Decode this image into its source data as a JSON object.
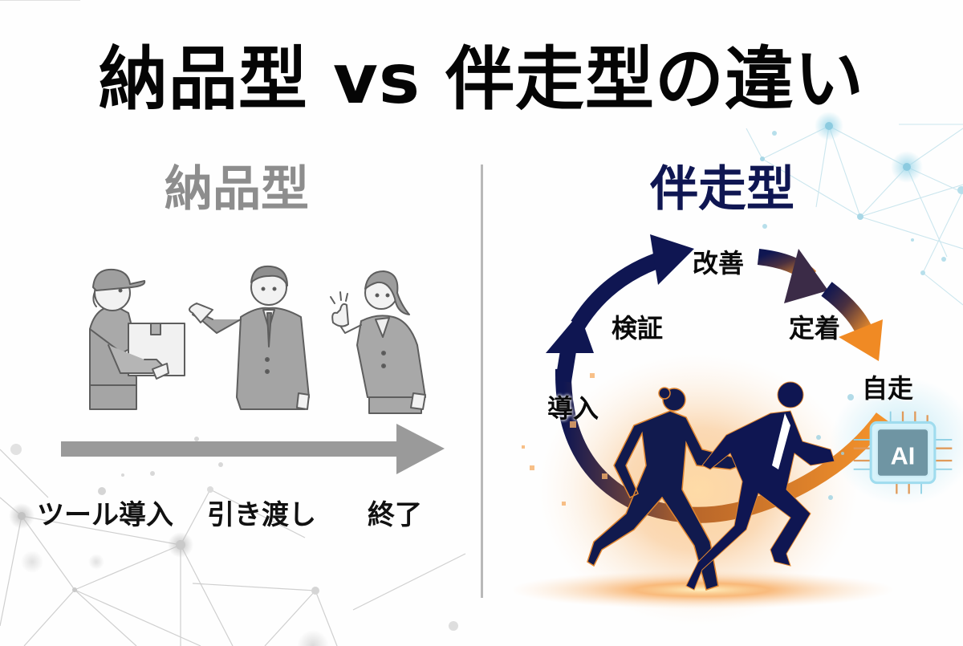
{
  "title": "納品型 vs 伴走型の違い",
  "left_panel": {
    "heading": "納品型",
    "heading_color": "#8d8d8d",
    "illustration": {
      "figures": [
        "delivery-person-with-box",
        "businessman-presenting",
        "businesswoman-thumbs-up"
      ]
    },
    "arrow_color": "#9a9a9a",
    "steps": [
      {
        "label": "ツール導入"
      },
      {
        "label": "引き渡し"
      },
      {
        "label": "終了"
      }
    ]
  },
  "right_panel": {
    "heading": "伴走型",
    "heading_color": "#0f1652",
    "cycle_steps": [
      {
        "label": "導入"
      },
      {
        "label": "検証"
      },
      {
        "label": "改善"
      },
      {
        "label": "定着"
      },
      {
        "label": "自走"
      }
    ],
    "cycle_colors": {
      "start": "#0f1652",
      "end": "#f08a24"
    },
    "illustration": {
      "figures": [
        "running-businesswoman-silhouette",
        "running-businessman-silhouette"
      ]
    },
    "ai_chip": {
      "label": "AI",
      "color": "#7fc3d6"
    }
  },
  "colors": {
    "divider": "#b9b9b9",
    "title": "#050505",
    "accent_orange": "#f08a24",
    "accent_navy": "#0f1652"
  }
}
